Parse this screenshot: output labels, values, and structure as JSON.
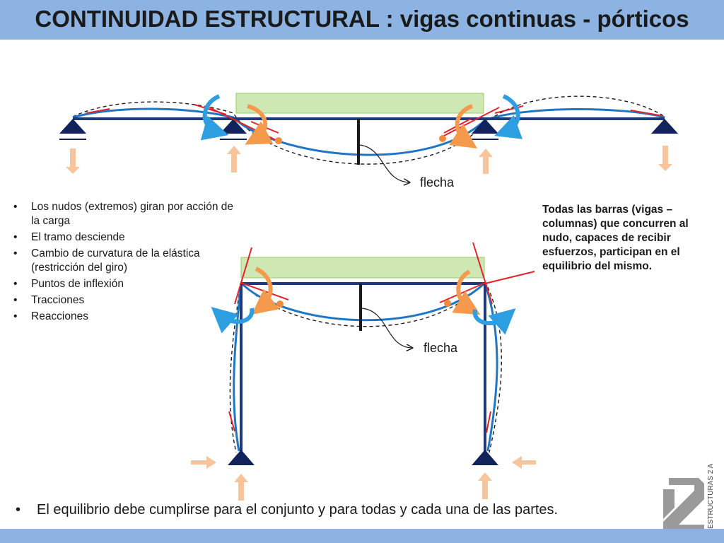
{
  "header": {
    "title": "CONTINUIDAD ESTRUCTURAL : vigas continuas - pórticos",
    "bar_color": "#8db3e2"
  },
  "colors": {
    "structure": "#1f3a78",
    "elastic": "#1f77c4",
    "tangent": "#e0242b",
    "moment_blue": "#2d9ee0",
    "moment_orange": "#f59a4c",
    "reaction": "#f8c49c",
    "load": "#cfe8b3"
  },
  "top_diagram": {
    "deflection_label": "flecha"
  },
  "bottom_diagram": {
    "deflection_label": "flecha"
  },
  "bullets": [
    "Los nudos (extremos) giran por acción de la carga",
    "El tramo desciende",
    "Cambio de curvatura de la elástica (restricción del giro)",
    "Puntos de inflexión",
    "Tracciones",
    "Reacciones"
  ],
  "note": "Todas las barras (vigas – columnas) que concurren al nudo, capaces de recibir esfuerzos, participan en el equilibrio del mismo.",
  "summary": {
    "bullet": "•",
    "text": "El equilibrio debe cumplirse para el conjunto y para todas y cada una de las partes."
  },
  "logo": {
    "text": "ESTRUCTURAS 2 A",
    "icon": "estructuras-logo-icon"
  }
}
